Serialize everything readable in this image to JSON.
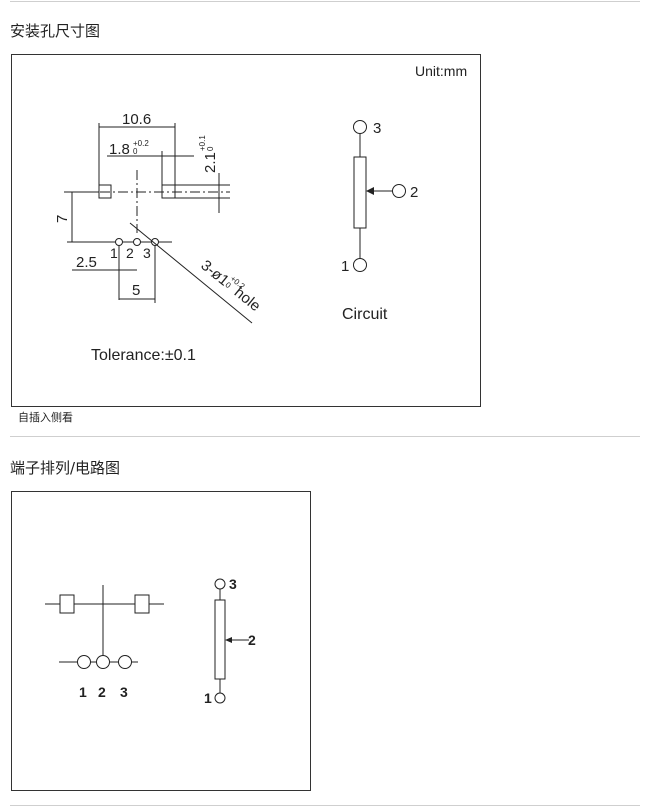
{
  "section1": {
    "heading": "安装孔尺寸图",
    "unit": "Unit:mm",
    "dim_width": "10.6",
    "dim_pad": "1.8",
    "dim_pad_tol_plus": "+0.2",
    "dim_pad_tol_minus": "0",
    "dim_pad_height": "2.1",
    "dim_pad_height_tol_plus": "+0.1",
    "dim_pad_height_tol_minus": "0",
    "dim_vertical": "7",
    "dim_left": "2.5",
    "dim_pitch": "5",
    "pin_labels": [
      "1",
      "2",
      "3"
    ],
    "hole_prefix": "3-ø1",
    "hole_tol_plus": "+0.2",
    "hole_tol_minus": "0",
    "hole_suffix": " hole",
    "tolerance": "Tolerance:±0.1",
    "circuit_label": "Circuit",
    "circuit_pins": {
      "top": "3",
      "wiper": "2",
      "bottom": "1"
    },
    "caption": "自插入侧看"
  },
  "section2": {
    "heading": "端子排列/电路图",
    "pin_labels": [
      "1",
      "2",
      "3"
    ],
    "circuit_pins": {
      "top": "3",
      "wiper": "2",
      "bottom": "1"
    }
  }
}
